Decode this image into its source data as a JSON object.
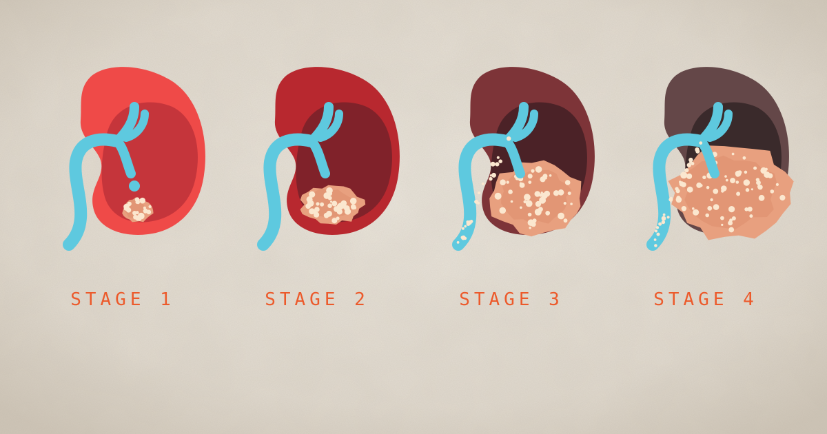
{
  "stages": [
    {
      "label": "STAGE 1",
      "outer": "#ef4a48",
      "inner": "#c5353b",
      "tumor": 1
    },
    {
      "label": "STAGE 2",
      "outer": "#b8282f",
      "inner": "#80222a",
      "tumor": 2
    },
    {
      "label": "STAGE 3",
      "outer": "#7d3438",
      "inner": "#4b2227",
      "tumor": 3
    },
    {
      "label": "STAGE 4",
      "outer": "#644748",
      "inner": "#3a2a2b",
      "tumor": 4
    }
  ],
  "colors": {
    "background": "#e6e0d6",
    "vessel": "#5ec9df",
    "tumor": "#e8a07f",
    "tumor_spots": "#fbe7cf",
    "label": "#ec5a2b"
  }
}
